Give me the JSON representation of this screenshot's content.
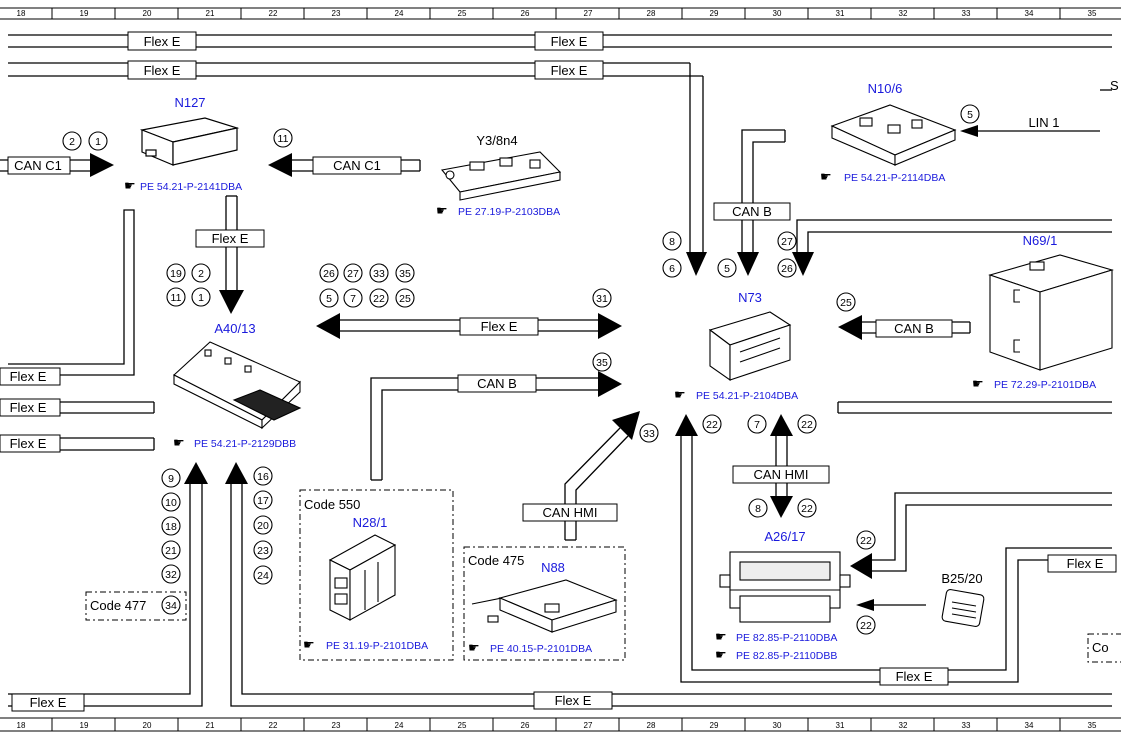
{
  "ruler": [
    "18",
    "19",
    "20",
    "21",
    "22",
    "23",
    "24",
    "25",
    "26",
    "27",
    "28",
    "29",
    "30",
    "31",
    "32",
    "33",
    "34",
    "35"
  ],
  "components": {
    "n127": {
      "id": "N127",
      "ref": "PE 54.21-P-2141DBA"
    },
    "y38n4": {
      "id": "Y3/8n4",
      "ref": "PE 27.19-P-2103DBA"
    },
    "n10_6": {
      "id": "N10/6",
      "ref": "PE 54.21-P-2114DBA"
    },
    "a40_13": {
      "id": "A40/13",
      "ref": "PE 54.21-P-2129DBB"
    },
    "n73": {
      "id": "N73",
      "ref": "PE 54.21-P-2104DBA"
    },
    "n69_1": {
      "id": "N69/1",
      "ref": "PE 72.29-P-2101DBA"
    },
    "n28_1": {
      "id": "N28/1",
      "ref": "PE 31.19-P-2101DBA",
      "code": "Code 550"
    },
    "n88": {
      "id": "N88",
      "ref": "PE 40.15-P-2101DBA",
      "code": "Code 475"
    },
    "a26_17": {
      "id": "A26/17",
      "ref1": "PE 82.85-P-2110DBA",
      "ref2": "PE 82.85-P-2110DBB"
    },
    "b25_20": {
      "id": "B25/20"
    },
    "code477": "Code 477",
    "code_edge": "Co"
  },
  "buses": {
    "flex_e": "Flex E",
    "can_c1": "CAN C1",
    "can_b": "CAN B",
    "can_hmi": "CAN HMI",
    "lin_1": "LIN 1"
  },
  "markers": {
    "m1": "1",
    "m2": "2",
    "m5": "5",
    "m6": "6",
    "m7": "7",
    "m8": "8",
    "m9": "9",
    "m10": "10",
    "m11": "11",
    "m16": "16",
    "m17": "17",
    "m18": "18",
    "m19": "19",
    "m20": "20",
    "m21": "21",
    "m22": "22",
    "m23": "23",
    "m24": "24",
    "m25": "25",
    "m26": "26",
    "m27": "27",
    "m31": "31",
    "m32": "32",
    "m33": "33",
    "m34": "34",
    "m35": "35"
  },
  "edge_text": "S"
}
